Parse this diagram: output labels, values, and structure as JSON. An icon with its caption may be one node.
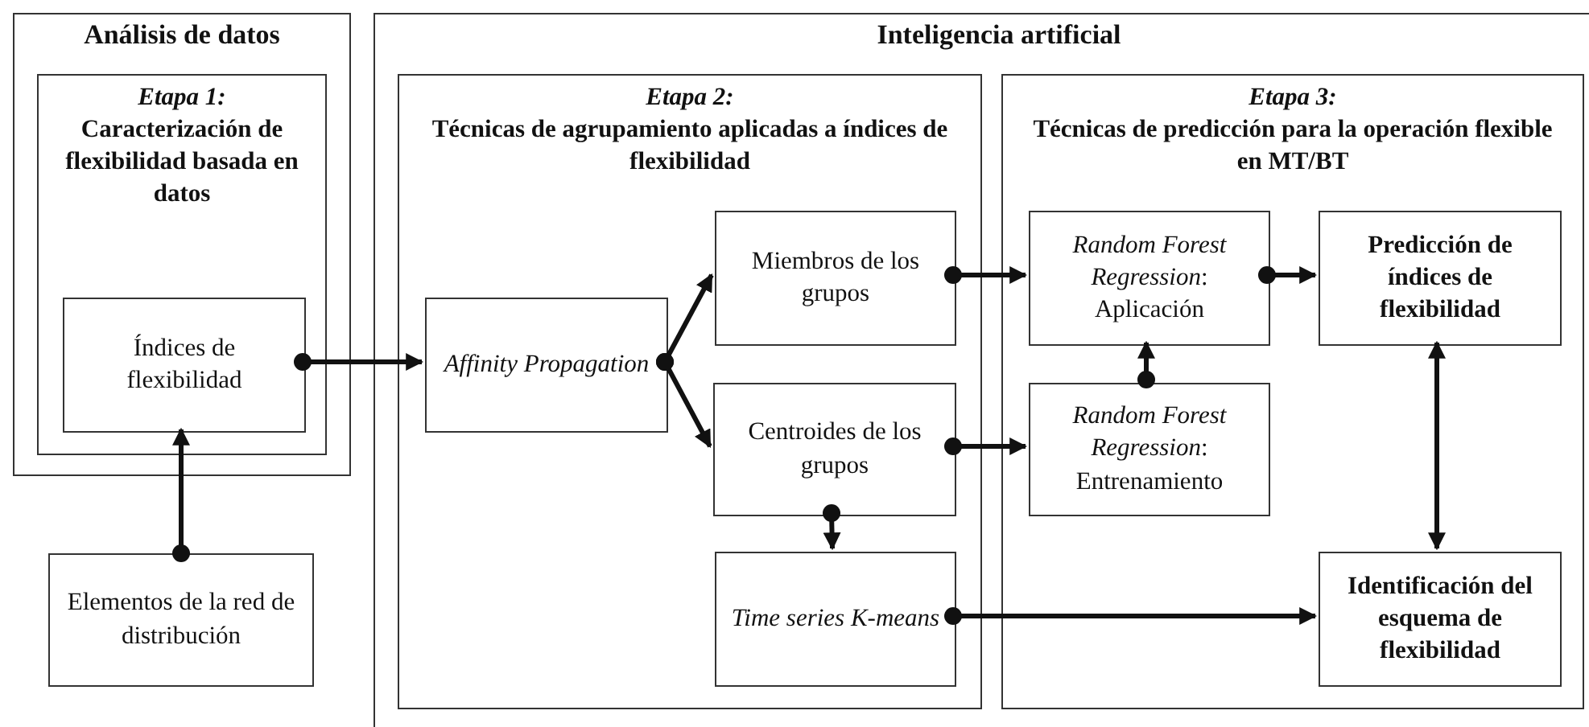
{
  "diagram": {
    "nodes": [
      {
        "text": [
          "Análisis de datos"
        ]
      },
      {
        "text": [
          "Etapa 1:",
          "Caracterización de flexibilidad basada en datos"
        ],
        "in": 0
      },
      {
        "text": [
          "Índices de flexibilidad"
        ],
        "in": 1
      },
      {
        "text": [
          "Elementos de la red de distribución"
        ]
      },
      {
        "text": [
          "Inteligencia artificial"
        ]
      },
      {
        "text": [
          "Etapa 2:",
          "Técnicas de agrupamiento aplicadas a índices de flexibilidad"
        ],
        "in": 4
      },
      {
        "text": [
          "Affinity Propagation"
        ],
        "in": 5
      },
      {
        "text": [
          "Miembros de los grupos"
        ],
        "in": 5
      },
      {
        "text": [
          "Centroides de los grupos"
        ],
        "in": 5
      },
      {
        "text": [
          "Time series K-means"
        ],
        "in": 5
      },
      {
        "text": [
          "Etapa 3:",
          "Técnicas de predicción para la operación flexible en MT/BT"
        ],
        "in": 4
      },
      {
        "text": [
          "*Random Forest Regression*: Aplicación"
        ],
        "in": 10
      },
      {
        "text": [
          "Predicción de índices de flexibilidad"
        ],
        "in": 10
      },
      {
        "text": [
          "*Random Forest Regression*: Entrenamiento"
        ],
        "in": 10
      },
      {
        "text": [
          "Identificación del esquema de flexibilidad"
        ],
        "in": 10
      }
    ],
    "edges": [
      {
        "from": 2,
        "to": 6,
        "arrow": "to"
      },
      {
        "from": 3,
        "to": 2,
        "arrow": "to"
      },
      {
        "from": 6,
        "to": 7,
        "arrow": "to"
      },
      {
        "from": 6,
        "to": 8,
        "arrow": "to"
      },
      {
        "from": 7,
        "to": 11,
        "arrow": "to"
      },
      {
        "from": 8,
        "to": 13,
        "arrow": "to"
      },
      {
        "from": 8,
        "to": 9,
        "arrow": "to"
      },
      {
        "from": 9,
        "to": 14,
        "arrow": "to"
      },
      {
        "from": 13,
        "to": 11,
        "arrow": "to"
      },
      {
        "from": 11,
        "to": 12,
        "arrow": "to"
      },
      {
        "from": 12,
        "to": 14,
        "arrow": "both"
      }
    ]
  }
}
